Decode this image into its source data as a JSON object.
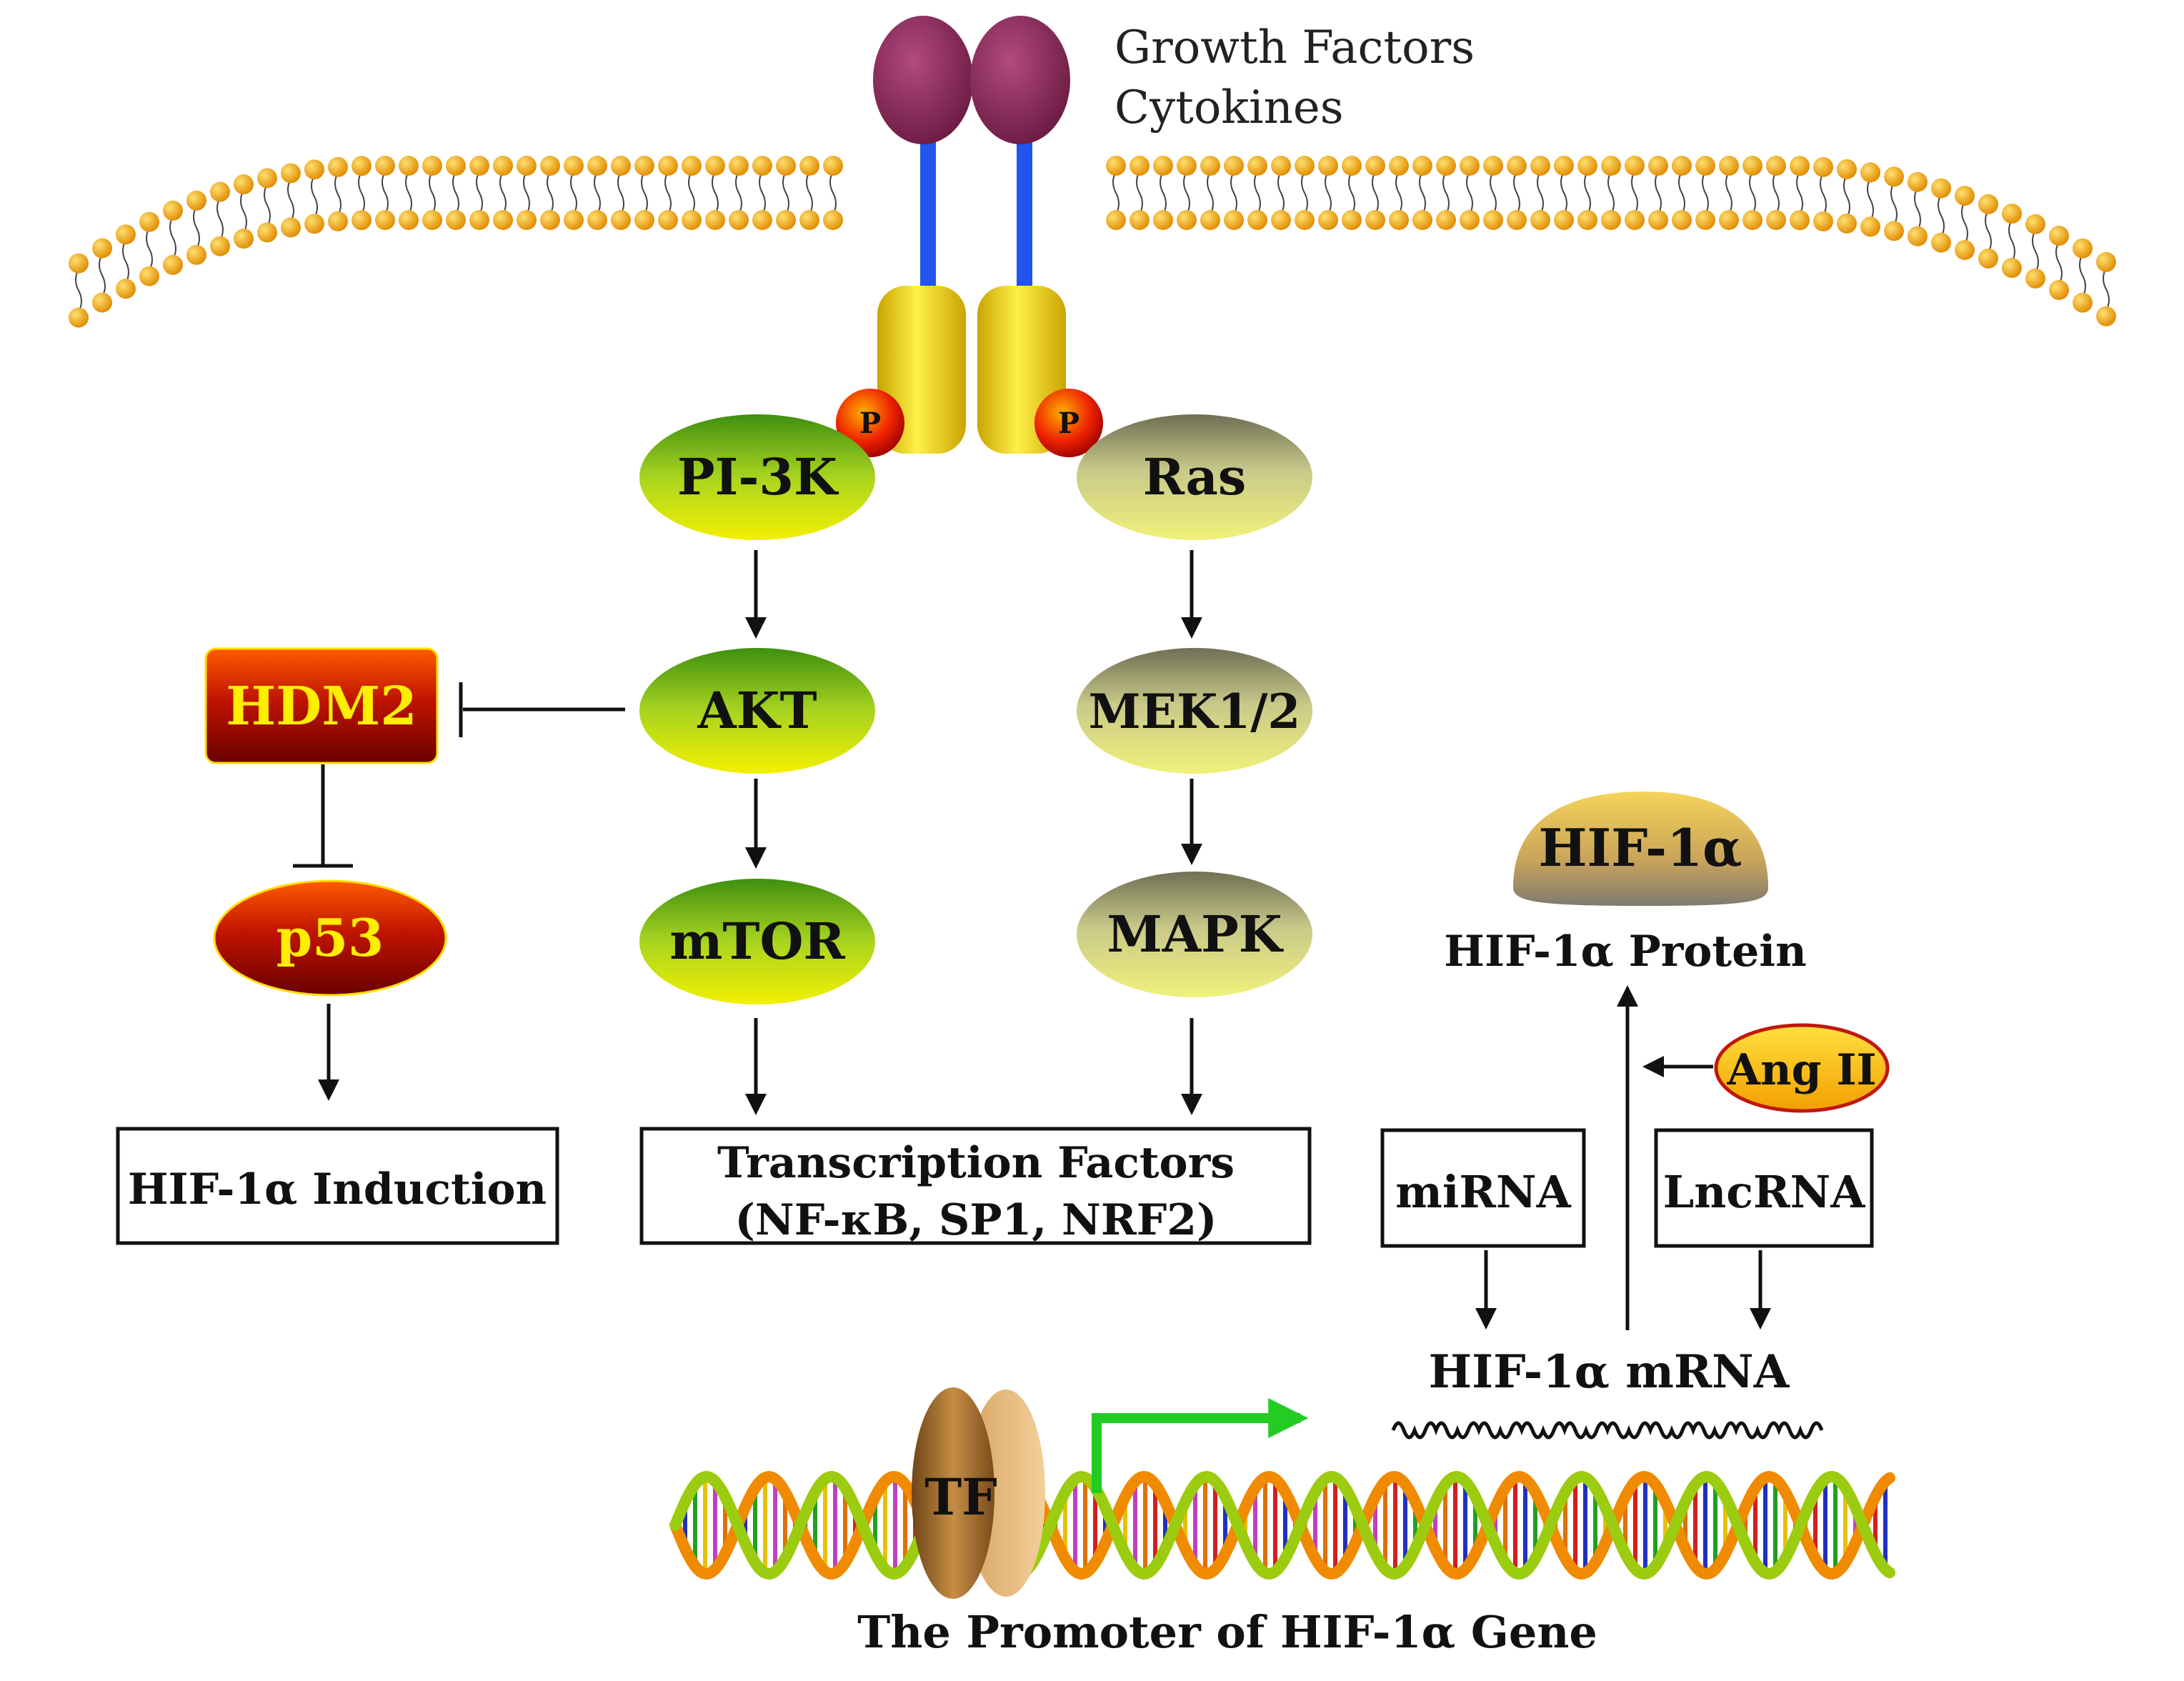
{
  "ligand": {
    "line1": "Growth Factors",
    "line2": "Cytokines"
  },
  "phospho": {
    "label": "P"
  },
  "nodes": {
    "pi3k": "PI-3K",
    "ras": "Ras",
    "akt": "AKT",
    "mek": "MEK1/2",
    "mtor": "mTOR",
    "mapk": "MAPK",
    "hdm2": "HDM2",
    "p53": "p53",
    "hif_protein_blob": "HIF-1α",
    "ang2": "Ang II",
    "tf": "TF"
  },
  "boxes": {
    "hif_induction": "HIF-1α Induction",
    "tf_line1": "Transcription Factors",
    "tf_line2": "(NF-κB, SP1, NRF2)",
    "mirna": "miRNA",
    "lncrna": "LncRNA"
  },
  "labels": {
    "hif_protein": "HIF-1α Protein",
    "hif_mrna": "HIF-1α mRNA",
    "promoter": "The Promoter of HIF-1α Gene"
  },
  "colors": {
    "receptor_ligand": "#8b2a5c",
    "receptor_stalk": "#2255ee",
    "receptor_body": "#f2dc10",
    "lipid_head": "#f0a800",
    "pi3k_branch": "#7fbf1a",
    "ras_branch": "#8c8c5a",
    "hdm2_red": "#b51400",
    "promoter_arrow": "#22cc22",
    "tf_brown": "#b07a3a"
  }
}
